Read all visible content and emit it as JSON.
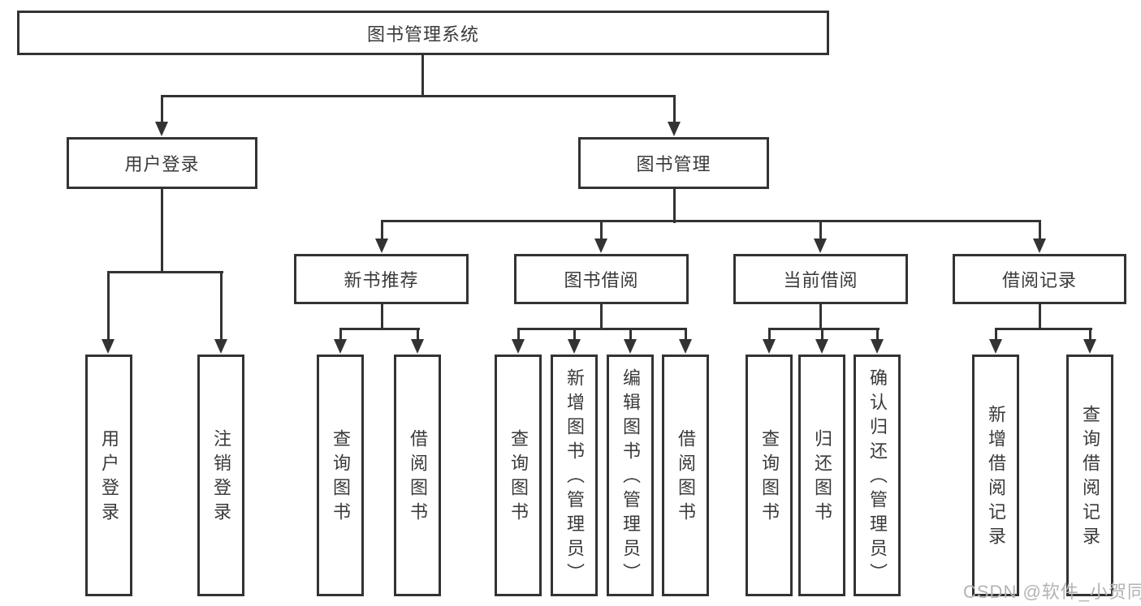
{
  "diagram": {
    "type": "hierarchy-tree",
    "colors": {
      "line": "#333333",
      "box_border": "#333333",
      "box_fill": "#ffffff",
      "text": "#3a3a3a",
      "watermark": "#b3b3b3",
      "background": "#ffffff"
    },
    "root": {
      "label": "图书管理系统"
    },
    "level2": [
      {
        "label": "用户登录"
      },
      {
        "label": "图书管理"
      }
    ],
    "level3": [
      {
        "label": "新书推荐",
        "parent": "图书管理"
      },
      {
        "label": "图书借阅",
        "parent": "图书管理"
      },
      {
        "label": "当前借阅",
        "parent": "图书管理"
      },
      {
        "label": "借阅记录",
        "parent": "图书管理"
      }
    ],
    "leaves": [
      {
        "label": "用户登录",
        "parent": "用户登录"
      },
      {
        "label": "注销登录",
        "parent": "用户登录"
      },
      {
        "label": "查询图书",
        "parent": "新书推荐"
      },
      {
        "label": "借阅图书",
        "parent": "新书推荐"
      },
      {
        "label": "查询图书",
        "parent": "图书借阅"
      },
      {
        "label": "新增图书（管理员）",
        "parent": "图书借阅"
      },
      {
        "label": "编辑图书（管理员）",
        "parent": "图书借阅"
      },
      {
        "label": "借阅图书",
        "parent": "图书借阅"
      },
      {
        "label": "查询图书",
        "parent": "当前借阅"
      },
      {
        "label": "归还图书",
        "parent": "当前借阅"
      },
      {
        "label": "确认归还（管理员）",
        "parent": "当前借阅"
      },
      {
        "label": "新增借阅记录",
        "parent": "借阅记录"
      },
      {
        "label": "查询借阅记录",
        "parent": "借阅记录"
      }
    ],
    "watermark": {
      "text": "CSDN @软件_小贺同学"
    }
  }
}
